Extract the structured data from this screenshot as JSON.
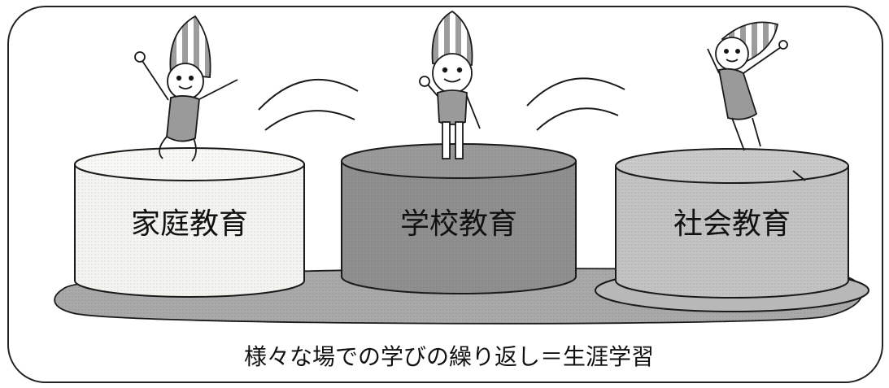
{
  "diagram": {
    "platforms": [
      {
        "label": "家庭教育",
        "fill": "#f4f4f0"
      },
      {
        "label": "学校教育",
        "fill": "#8f8f8f"
      },
      {
        "label": "社会教育",
        "fill": "#c3c3c3"
      }
    ],
    "caption": "様々な場での学びの繰り返し＝生涯学習",
    "colors": {
      "stroke": "#1a1a1a",
      "base": "#a9a9a9",
      "frame": "#222222",
      "character_body": "#9a9a9a",
      "character_face": "#ffffff"
    }
  }
}
